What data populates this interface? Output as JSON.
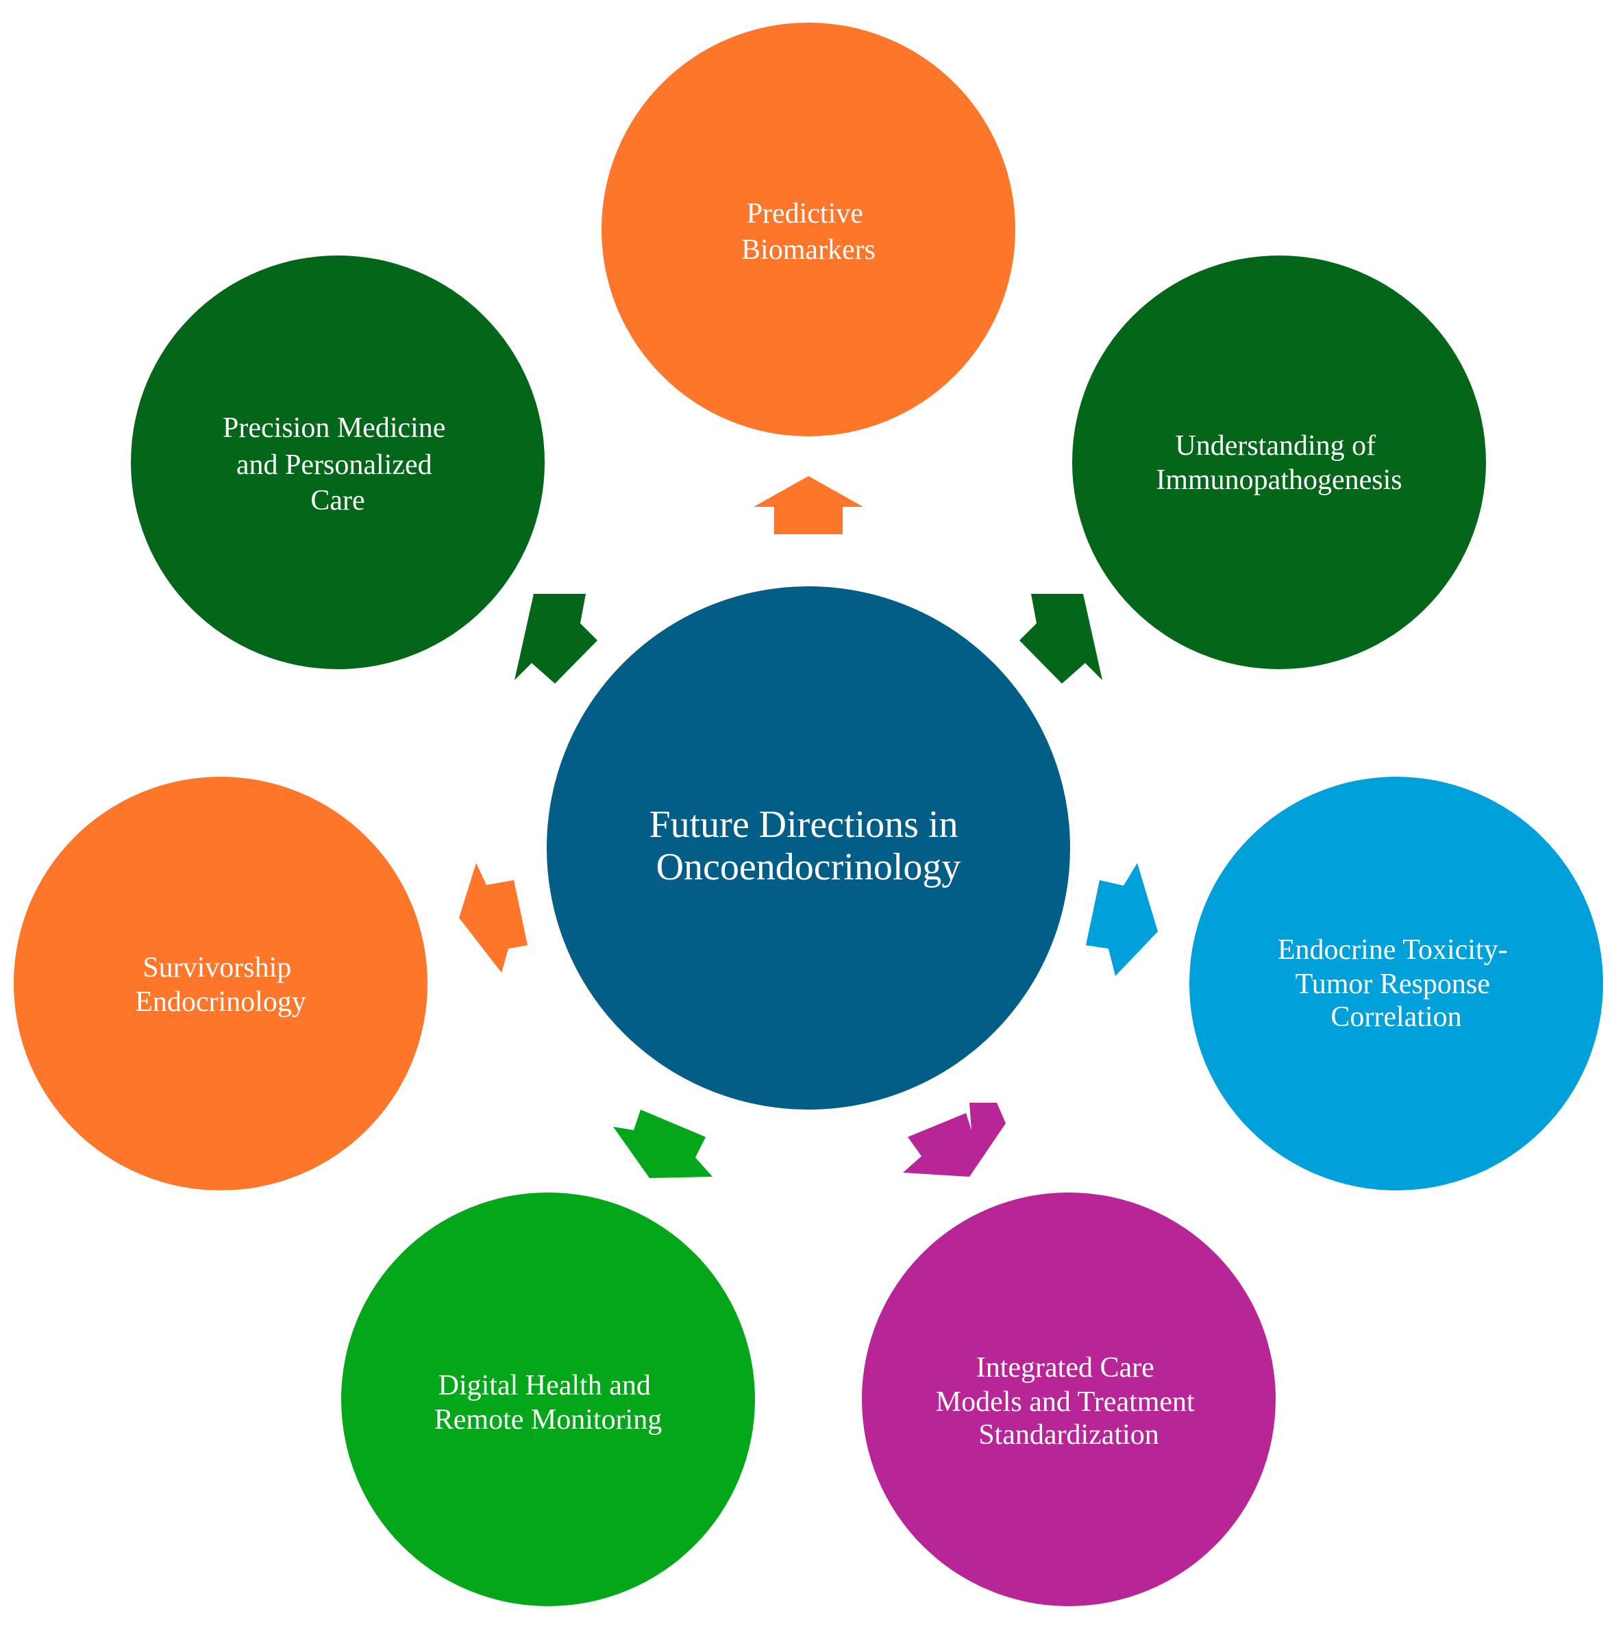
{
  "diagram": {
    "center": {
      "lines": [
        "Future Directions in",
        "Oncoendocrinology"
      ],
      "color": "#035e87"
    },
    "nodes": [
      {
        "id": "predictive-biomarkers",
        "lines": [
          "Predictive",
          "Biomarkers"
        ],
        "color": "#fd762a"
      },
      {
        "id": "immunopathogenesis",
        "lines": [
          "Understanding of",
          "Immunopathogenesis"
        ],
        "color": "#036618"
      },
      {
        "id": "toxicity-response",
        "lines": [
          "Endocrine Toxicity-",
          "Tumor Response",
          "Correlation"
        ],
        "color": "#00a1da"
      },
      {
        "id": "integrated-care",
        "lines": [
          "Integrated Care",
          "Models and Treatment",
          "Standardization"
        ],
        "color": "#b72597"
      },
      {
        "id": "digital-health",
        "lines": [
          "Digital Health and",
          "Remote Monitoring"
        ],
        "color": "#04a71a"
      },
      {
        "id": "survivorship",
        "lines": [
          "Survivorship",
          "Endocrinology"
        ],
        "color": "#fd762a"
      },
      {
        "id": "precision-medicine",
        "lines": [
          "Precision Medicine",
          "and Personalized",
          "Care"
        ],
        "color": "#036618"
      }
    ]
  }
}
